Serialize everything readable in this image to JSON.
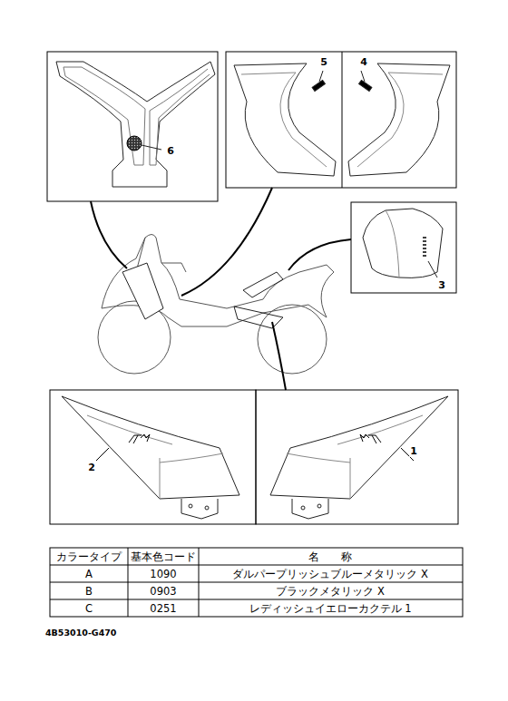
{
  "diagram": {
    "labels": [
      "6",
      "5",
      "4",
      "3",
      "2",
      "1",
      "カラータイプ",
      "基本色コード",
      "名　　称",
      "A",
      "1090",
      "ダルパープリッシュブルーメタリック X",
      "B",
      "0903",
      "ブラックメタリック X",
      "C",
      "0251",
      "レディッシュイエローカクテル 1",
      "4B53010-G470"
    ]
  }
}
